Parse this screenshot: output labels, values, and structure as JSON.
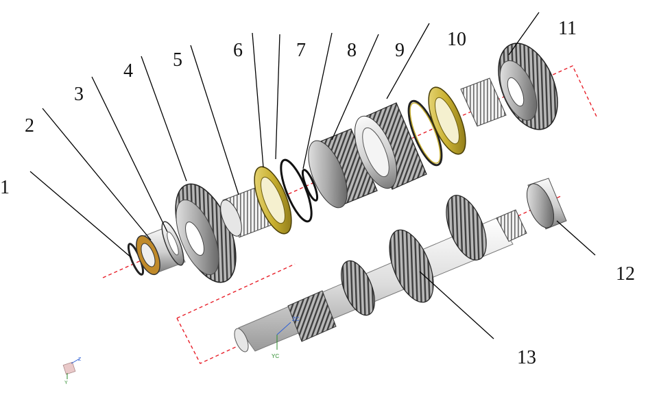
{
  "callouts": {
    "c1": "1",
    "c2": "2",
    "c3": "3",
    "c4": "4",
    "c5": "5",
    "c6": "6",
    "c7": "7",
    "c8": "8",
    "c9": "9",
    "c10": "10",
    "c11": "11",
    "c12": "12",
    "c13": "13"
  },
  "axis_marker": {
    "zc": "ZC",
    "yc": "YC"
  },
  "triad": {
    "z": "Z",
    "y": "Y"
  },
  "colors": {
    "axis_box": "#e8202a",
    "leader": "#000000",
    "brass": "#c9b030",
    "steel_dark": "#5a5a5a",
    "steel_light": "#e8e8e8"
  }
}
